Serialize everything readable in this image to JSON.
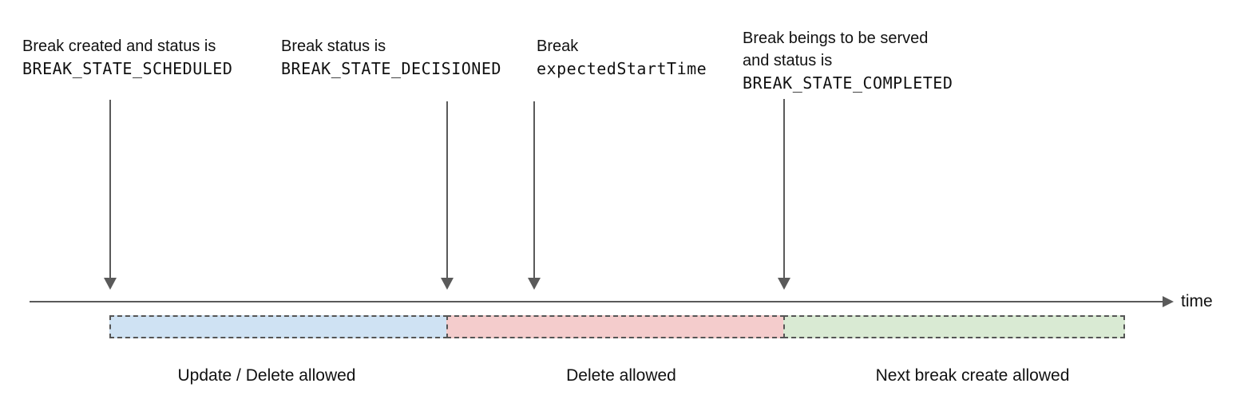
{
  "annotations": [
    {
      "line1": "Break created and status is",
      "line2": "BREAK_STATE_SCHEDULED"
    },
    {
      "line1": "Break status is",
      "line2": "BREAK_STATE_DECISIONED"
    },
    {
      "line1": "Break",
      "line2": "expectedStartTime"
    },
    {
      "line1": "Break beings to be served",
      "line2": "and status is",
      "line3": "BREAK_STATE_COMPLETED"
    }
  ],
  "timeline": {
    "axis_label": "time"
  },
  "segments": [
    {
      "label": "Update / Delete allowed",
      "fill": "#cfe2f3"
    },
    {
      "label": "Delete allowed",
      "fill": "#f4cccc"
    },
    {
      "label": "Next break create allowed",
      "fill": "#d9ead3"
    }
  ],
  "colors": {
    "arrow": "#5a5a5a",
    "dashed_border": "#555555",
    "text": "#111111"
  }
}
